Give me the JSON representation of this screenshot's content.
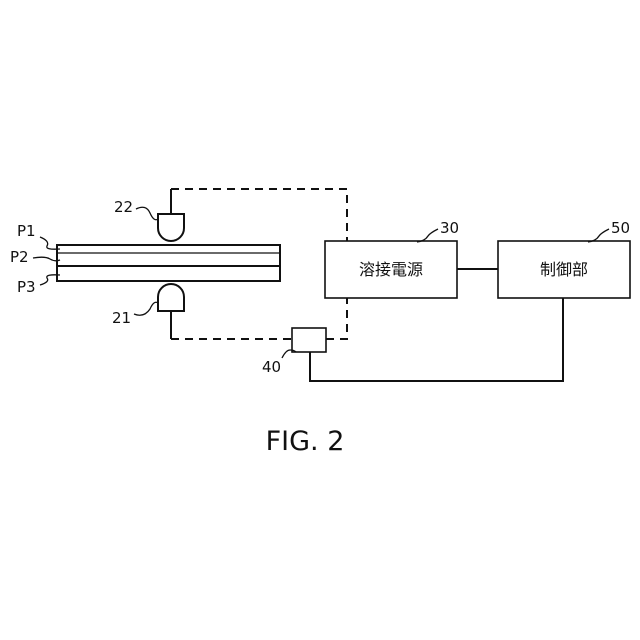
{
  "plates": {
    "p1": "P1",
    "p2": "P2",
    "p3": "P3"
  },
  "electrodes": {
    "upper": "22",
    "lower": "21"
  },
  "power_supply": {
    "ref": "30",
    "label": "溶接電源"
  },
  "controller": {
    "ref": "50",
    "label": "制御部"
  },
  "sensor": {
    "ref": "40"
  },
  "caption": "FIG. 2"
}
